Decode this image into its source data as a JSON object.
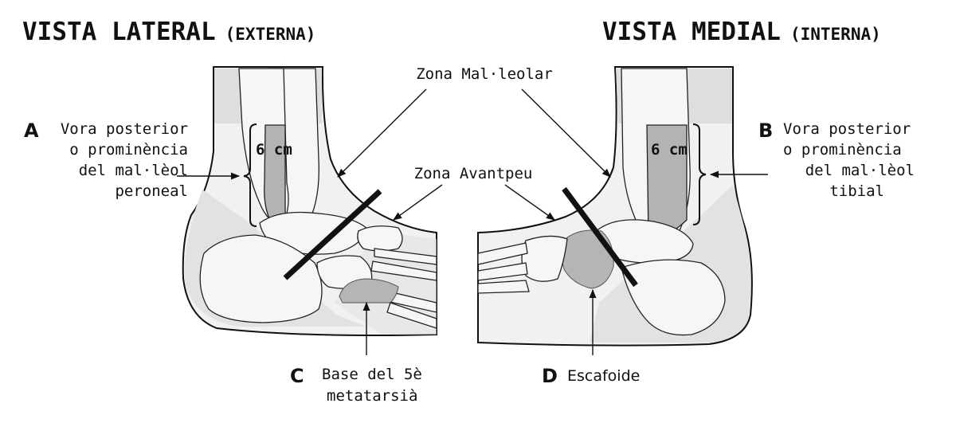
{
  "titles": {
    "lateral_main": "VISTA LATERAL",
    "lateral_sub": "(EXTERNA)",
    "medial_main": "VISTA MEDIAL",
    "medial_sub": "(INTERNA)"
  },
  "zones": {
    "malleolar": "Zona Mal·leolar",
    "forefoot": "Zona Avantpeu"
  },
  "points": {
    "A": {
      "letter": "A",
      "lines": [
        "Vora posterior",
        "o prominència",
        "del mal·lèol",
        "peroneal"
      ]
    },
    "B": {
      "letter": "B",
      "lines": [
        "Vora posterior",
        "o prominència",
        "del mal·lèol",
        "tibial"
      ]
    },
    "C": {
      "letter": "C",
      "lines": [
        "Base del 5è",
        "metatarsià"
      ]
    },
    "D": {
      "letter": "D",
      "lines": [
        "Escafoide"
      ]
    }
  },
  "measure": {
    "lateral": "6 cm",
    "medial": "6 cm"
  },
  "colors": {
    "bar": "#111111",
    "highlight": "#b5b5b5",
    "zone": "#e2e2e2",
    "skin": "#f1f1f1"
  }
}
